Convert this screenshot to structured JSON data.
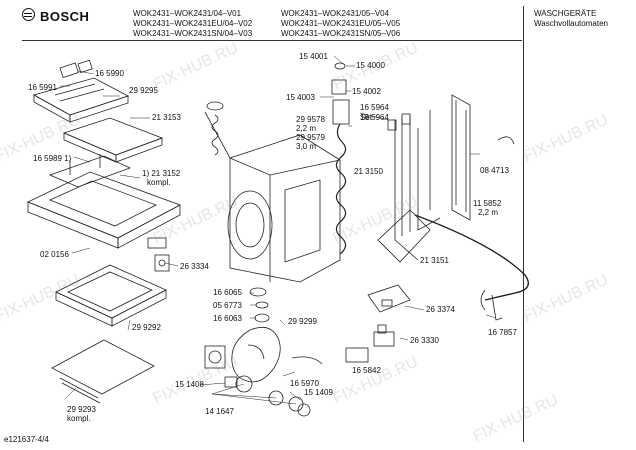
{
  "header": {
    "brand": "BOSCH",
    "models_col1": [
      "WOK2431–WOK2431/04–V01",
      "WOK2431–WOK2431EU/04–V02",
      "WOK2431–WOK2431SN/04–V03"
    ],
    "models_col2": [
      "WOK2431–WOK2431/05–V04",
      "WOK2431–WOK2431EU/05–V05",
      "WOK2431–WOK2431SN/05–V06"
    ],
    "category": "WASCHGERÄTE",
    "subcategory": "Waschvollautomaten"
  },
  "parts": {
    "p165990": "16 5990",
    "p165991": "16 5991",
    "p299295": "29 9295",
    "p213153": "21 3153",
    "p165989": "16 5989 1)",
    "p213152": "1) 21 3152",
    "p213152k": "kompl.",
    "p020156": "02 0156",
    "p263334": "26 3334",
    "p299292": "29 9292",
    "p299293": "29 9293",
    "p299293k": "kompl.",
    "p154001": "15 4001",
    "p154000": "15 4000",
    "p154003": "15 4003",
    "p154002": "15 4002",
    "p299578": "29 9578",
    "p22m": "2,2 m",
    "p299579": "29 9579",
    "p30m": "3,0 m",
    "p213150": "21 3150",
    "p165964": "16 5964",
    "pSet": "Set",
    "p084713": "08 4713",
    "p115852": "11 5852",
    "p22m2": "2,2 m",
    "p213151": "21 3151",
    "p166065": "16 6065",
    "p056773": "05 6773",
    "p166063": "16 6063",
    "p299299": "29 9299",
    "p263374": "26 3374",
    "p263330": "26 3330",
    "p167857": "16 7857",
    "p165842": "16 5842",
    "p151408": "15 1408",
    "p165970": "16 5970",
    "p151409": "15 1409",
    "p141647": "14 1647"
  },
  "footer": {
    "code": "e121637-4/4"
  },
  "watermark": "FIX-HUB.RU"
}
